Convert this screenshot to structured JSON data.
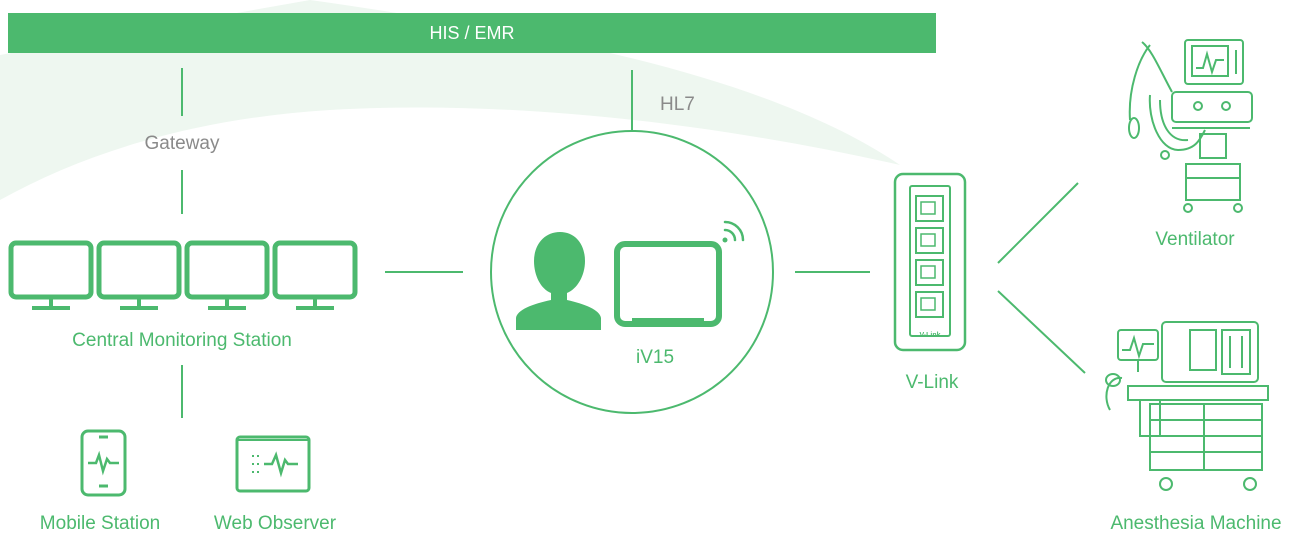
{
  "colors": {
    "accent": "#4cb96e",
    "label_gray": "#8a8a8a",
    "swoosh": "#eef7f0"
  },
  "top_bar": {
    "label": "HIS / EMR"
  },
  "links": {
    "gateway": "Gateway",
    "hl7": "HL7"
  },
  "central_station": {
    "label": "Central Monitoring Station",
    "monitor_count": 4
  },
  "mobile_station": {
    "label": "Mobile Station",
    "icon": "smartphone-ecg-icon"
  },
  "web_observer": {
    "label": "Web Observer",
    "icon": "browser-ecg-icon"
  },
  "iv15": {
    "label": "iV15",
    "icons": [
      "user-icon",
      "tablet-monitor-icon",
      "wifi-icon"
    ]
  },
  "vlink": {
    "label": "V-Link",
    "device_text": "V-Link",
    "port_count": 4
  },
  "ventilator": {
    "label": "Ventilator",
    "icon": "ventilator-icon"
  },
  "anesthesia": {
    "label": "Anesthesia Machine",
    "icon": "anesthesia-machine-icon"
  }
}
